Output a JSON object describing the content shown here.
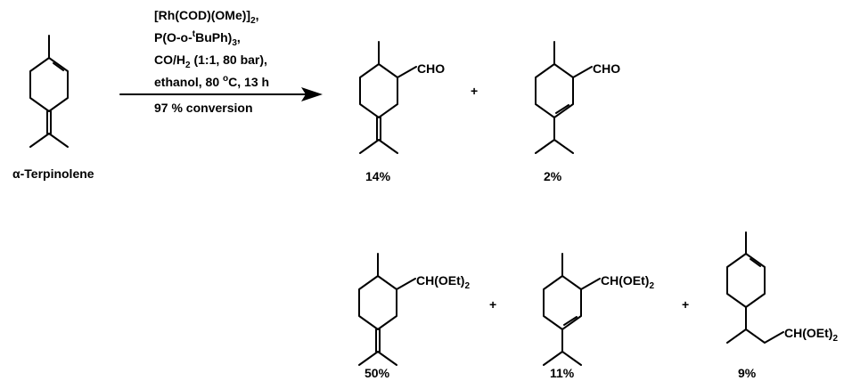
{
  "reactant": {
    "name": "α-Terpinolene"
  },
  "conditions": {
    "catalyst": {
      "main": "[Rh(COD)(OMe)]",
      "sub": "2",
      "tail": ","
    },
    "ligand": {
      "pre": "P(O-o-",
      "sup": "t",
      "main": "BuPh)",
      "sub": "3",
      "tail": ","
    },
    "gas": {
      "pre": "CO/H",
      "sub": "2",
      "main": " (1:1, 80 bar),"
    },
    "solvent": {
      "pre": "ethanol, 80 ",
      "sup": "o",
      "main": "C, 13 h"
    },
    "conversion": "97 % conversion"
  },
  "groups": {
    "aldehyde": "CHO",
    "acetal": {
      "main": "CH(OEt)",
      "sub": "2"
    }
  },
  "plus_sign": "+",
  "yields": {
    "p1": "14%",
    "p2": "2%",
    "p3": "50%",
    "p4": "11%",
    "p5": "9%"
  }
}
